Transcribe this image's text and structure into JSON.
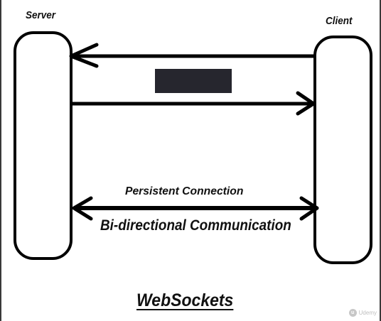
{
  "diagram": {
    "server_label": "Server",
    "client_label": "Client",
    "persistent_label": "Persistent Connection",
    "bidirectional_label": "Bi-directional Communication",
    "title": "WebSockets"
  },
  "watermark": {
    "text": "Udemy",
    "icon": "udemy-logo-icon"
  },
  "colors": {
    "stroke": "#000000",
    "redaction": "#26262e",
    "background": "#ffffff"
  }
}
